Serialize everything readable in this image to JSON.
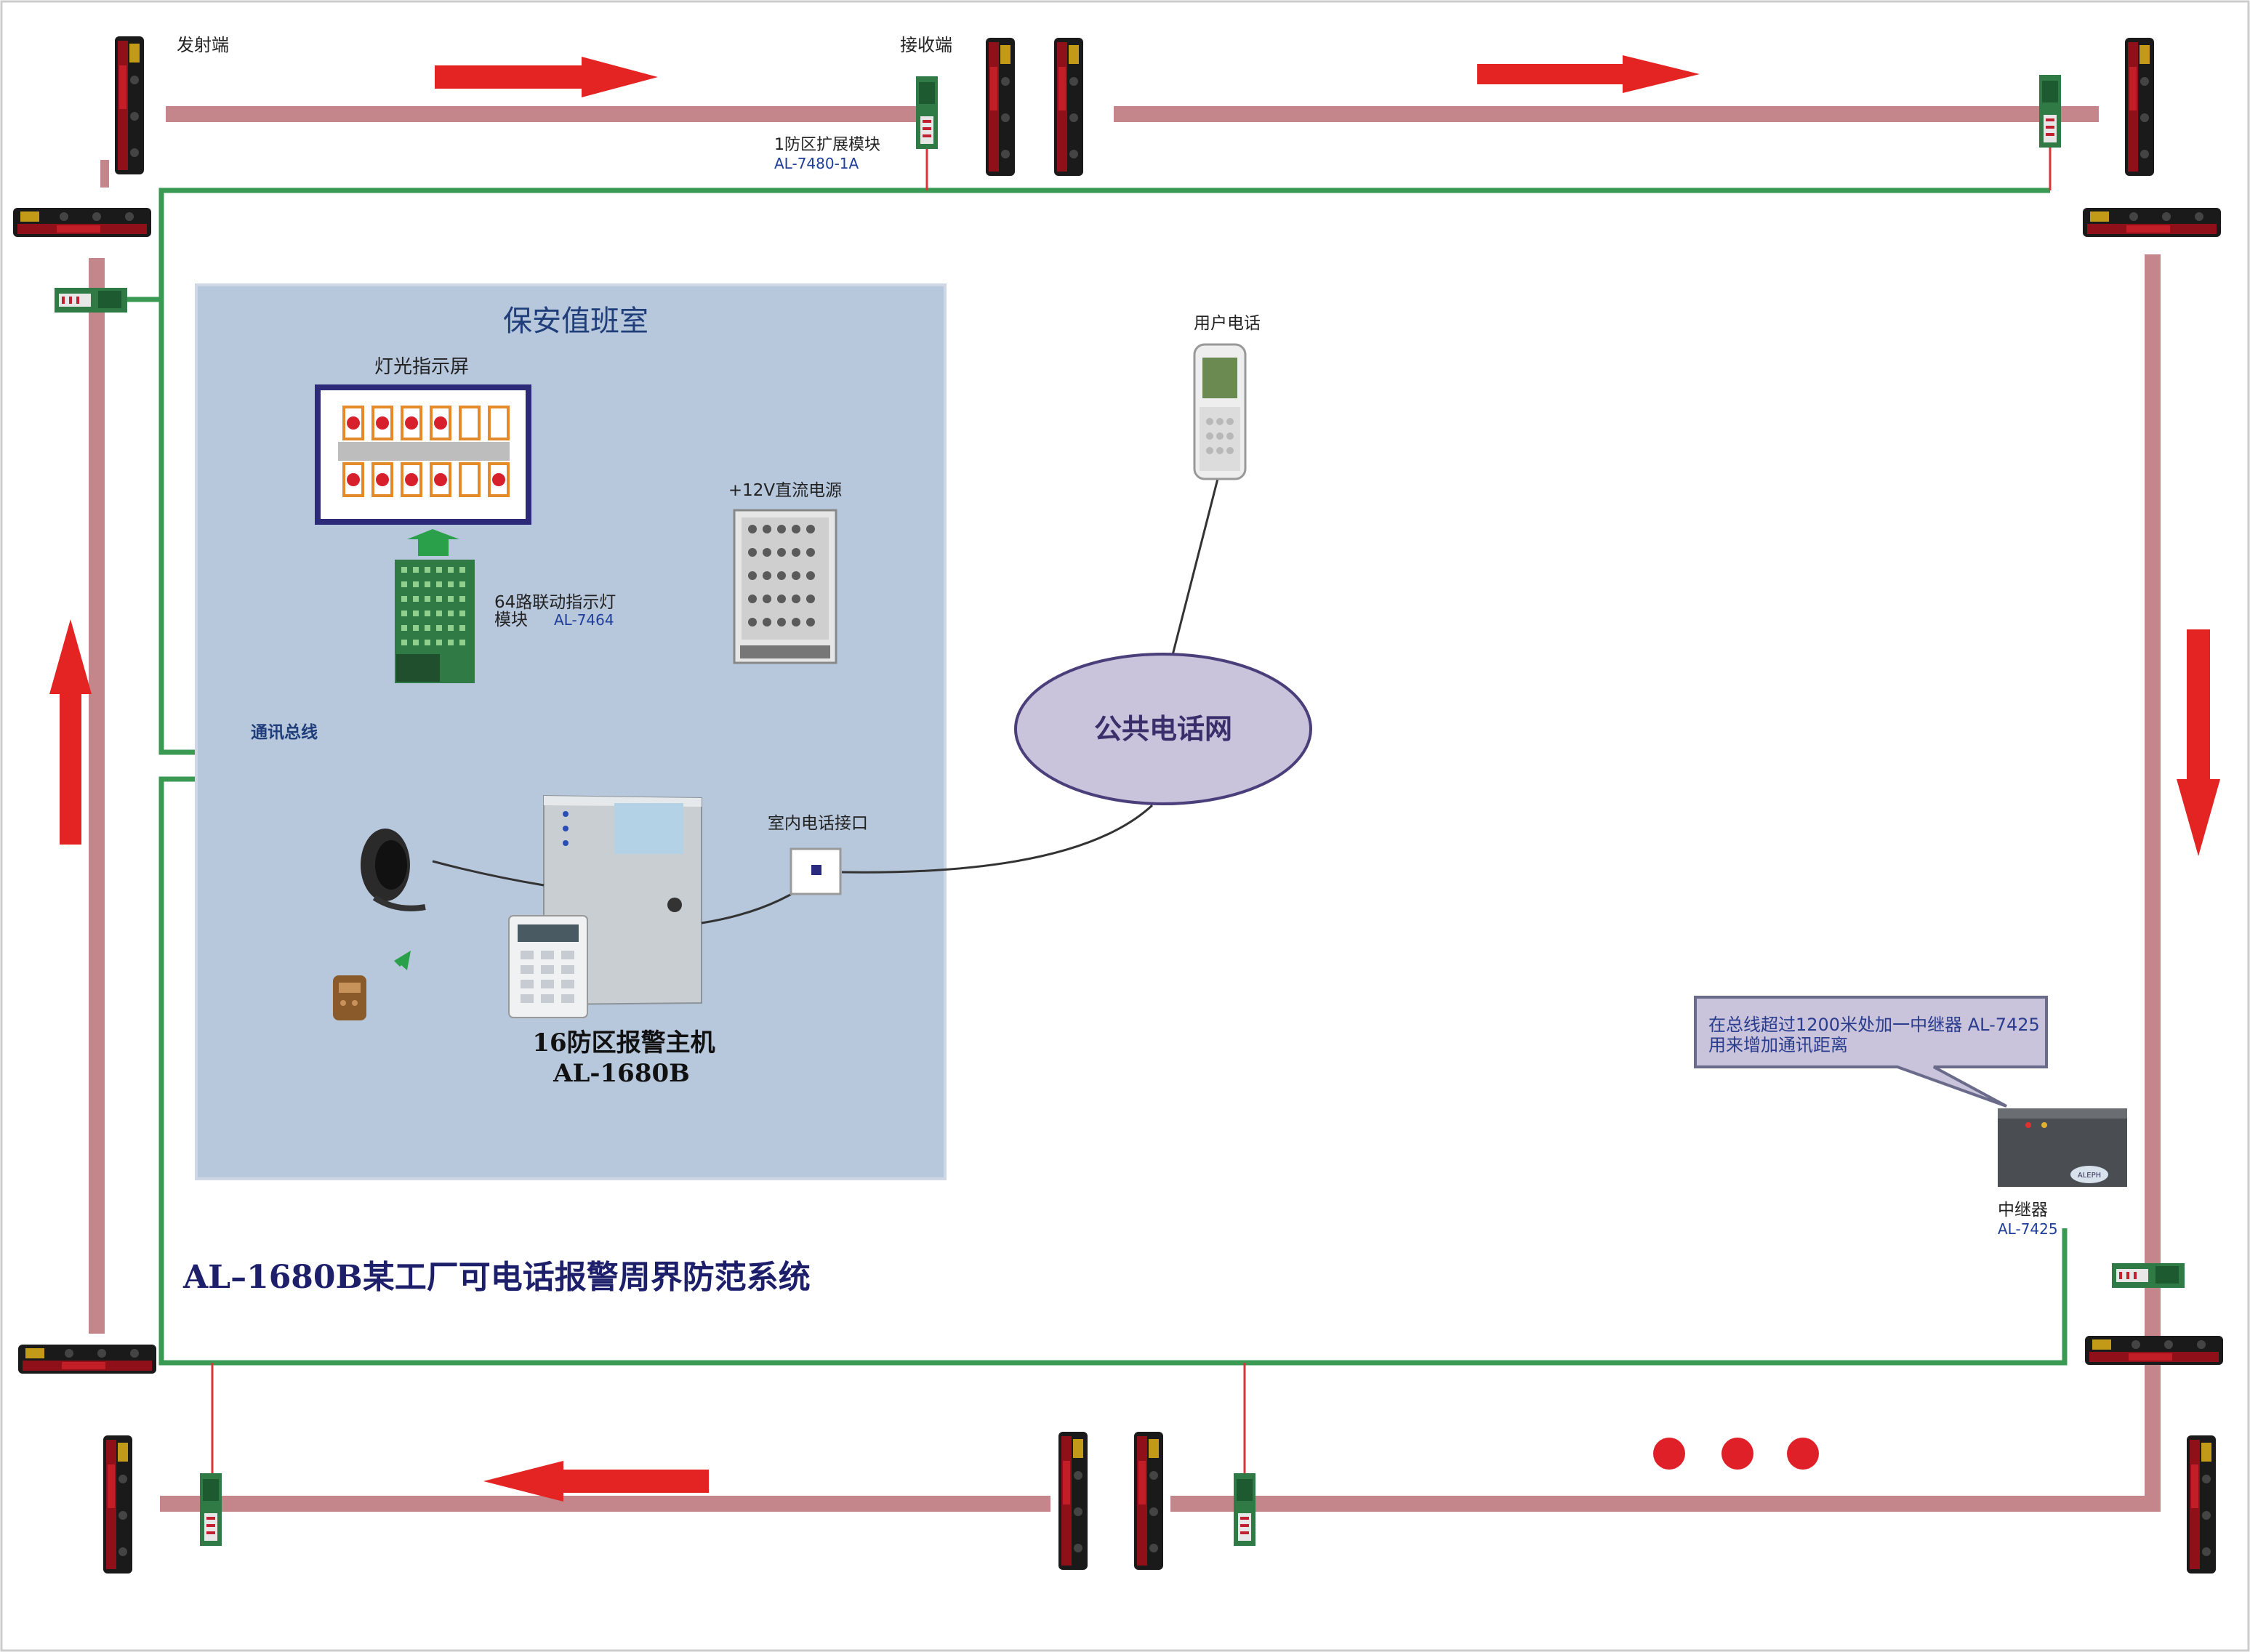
{
  "labels": {
    "transmitter": "发射端",
    "receiver": "接收端",
    "zone_module_name": "1防区扩展模块",
    "zone_module_model": "AL-7480-1A",
    "guard_room": "保安值班室",
    "light_panel": "灯光指示屏",
    "indicator_module_line1": "64路联动指示灯",
    "indicator_module_line2": "模块",
    "indicator_module_model": "AL-7464",
    "power_supply": "+12V直流电源",
    "comm_bus": "通讯总线",
    "indoor_phone_port": "室内电话接口",
    "host_name": "16防区报警主机",
    "host_model": "AL-1680B",
    "user_phone": "用户电话",
    "pstn": "公共电话网",
    "repeater_note_line1": "在总线超过1200米处加一中继器 AL-7425",
    "repeater_note_line2": "用来增加通讯距离",
    "repeater_name": "中继器",
    "repeater_model": "AL-7425",
    "system_title": "AL–1680B某工厂可电话报警周界防范系统",
    "repeater_brand": "ALEPH"
  },
  "colors": {
    "fence": "#c4868a",
    "bus": "#3a9a54",
    "wire": "#d9343a",
    "arrow": "#e32422",
    "guard_room_bg": "#b7c7dc",
    "ellipse_fill": "#c9c3dc",
    "title": "#1d1f6b"
  },
  "icons": {
    "detector": "beam-detector-icon",
    "arrow": "direction-arrow-icon",
    "siren": "siren-icon",
    "keypad": "keypad-icon",
    "remote": "remote-control-icon",
    "phone": "mobile-phone-icon",
    "psu": "power-supply-icon",
    "repeater": "repeater-icon"
  }
}
